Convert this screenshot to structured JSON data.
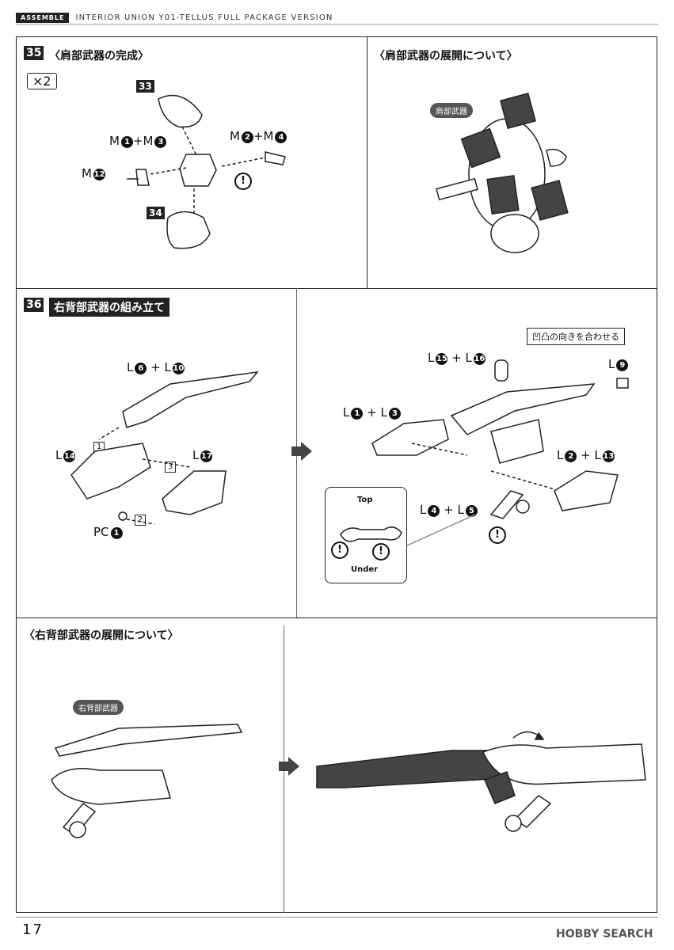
{
  "header": {
    "tag": "ASSEMBLE",
    "title": "INTERIOR UNION Y01-TELLUS FULL PACKAGE VERSION"
  },
  "step35": {
    "number": "35",
    "title": "〈肩部武器の完成〉",
    "multiplier": "×2",
    "part_a": "33",
    "part_b": "34",
    "labels": {
      "m1m3_a": "M",
      "m1m3_b": "+M",
      "m2m4_a": "M",
      "m2m4_b": "+M",
      "m12": "M"
    },
    "nums": {
      "m1": "1",
      "m3": "3",
      "m2": "2",
      "m4": "4",
      "m12": "12"
    },
    "caution": "!"
  },
  "deploy_shoulder": {
    "title": "〈肩部武器の展開について〉",
    "pill": "肩部武器"
  },
  "step36": {
    "number": "36",
    "title": "右背部武器の組み立て",
    "callout": "凹凸の向きを合わせる",
    "seq": [
      "1",
      "2",
      "3"
    ],
    "labels": {
      "l6l10": "L",
      "l14": "L",
      "l17": "L",
      "pc1": "PC",
      "l15l16": "L",
      "l9": "L",
      "l1l3": "L",
      "l2l13": "L",
      "l4l5": "L"
    },
    "nums": {
      "l6": "6",
      "l10": "10",
      "l14": "14",
      "l17": "17",
      "pc1": "1",
      "l15": "15",
      "l16": "16",
      "l9": "9",
      "l1": "1",
      "l3": "3",
      "l2": "2",
      "l13": "13",
      "l4": "4",
      "l5": "5"
    },
    "plus": "+",
    "top": "Top",
    "under": "Under",
    "caution": "!"
  },
  "deploy_back": {
    "title": "〈右背部武器の展開について〉",
    "pill": "右背部武器"
  },
  "footer": {
    "page": "17",
    "watermark": "HOBBY SEARCH"
  },
  "colors": {
    "ink": "#222222",
    "dark_part": "#444444",
    "frame": "#222222"
  }
}
